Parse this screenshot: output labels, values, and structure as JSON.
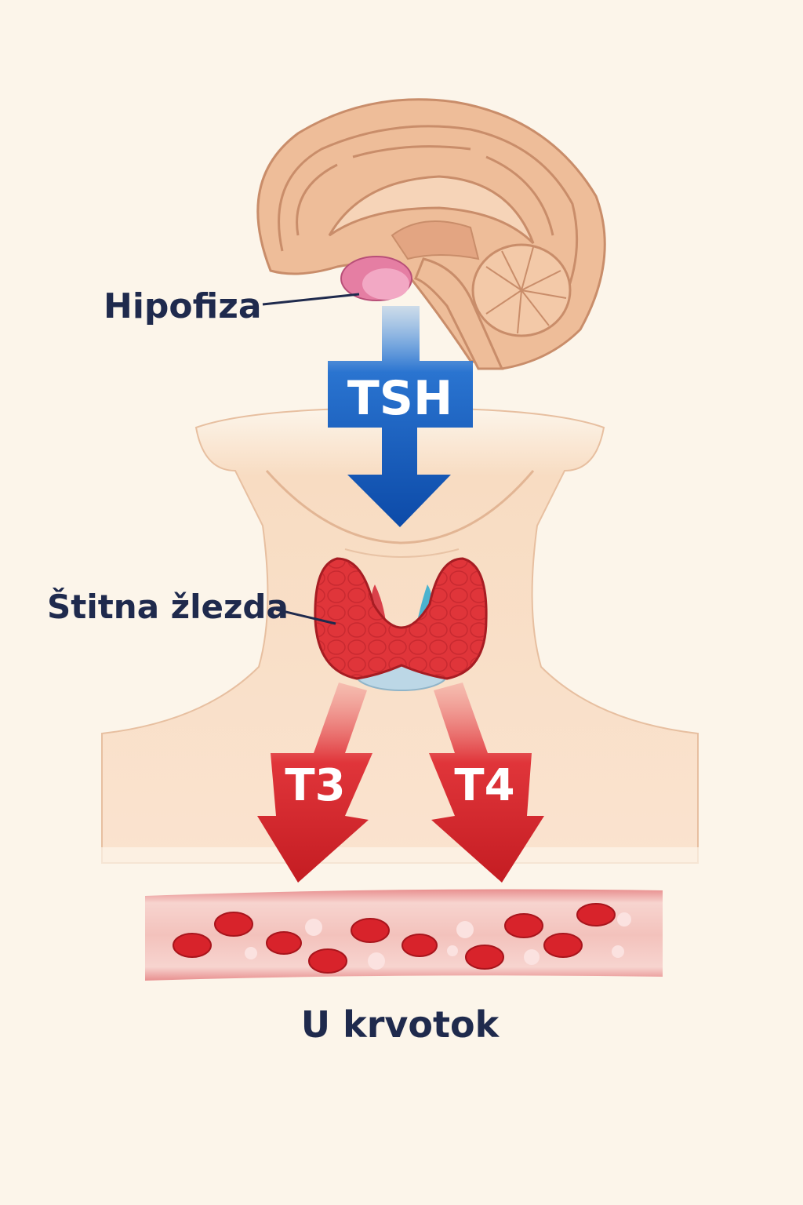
{
  "labels": {
    "pituitary": "Hipofiza",
    "thyroid": "Štitna žlezda",
    "bloodstream": "U krvotok"
  },
  "arrows": {
    "tsh": "TSH",
    "t3": "T3",
    "t4": "T4"
  },
  "colors": {
    "background": "#fcf5ea",
    "tsh_arrow": "#1a5fbf",
    "hormone_arrow": "#d9272e",
    "label_text": "#1f2a4d",
    "thyroid": "#e0353a",
    "skin": "#f8dcc2",
    "brain": "#e9b895"
  }
}
